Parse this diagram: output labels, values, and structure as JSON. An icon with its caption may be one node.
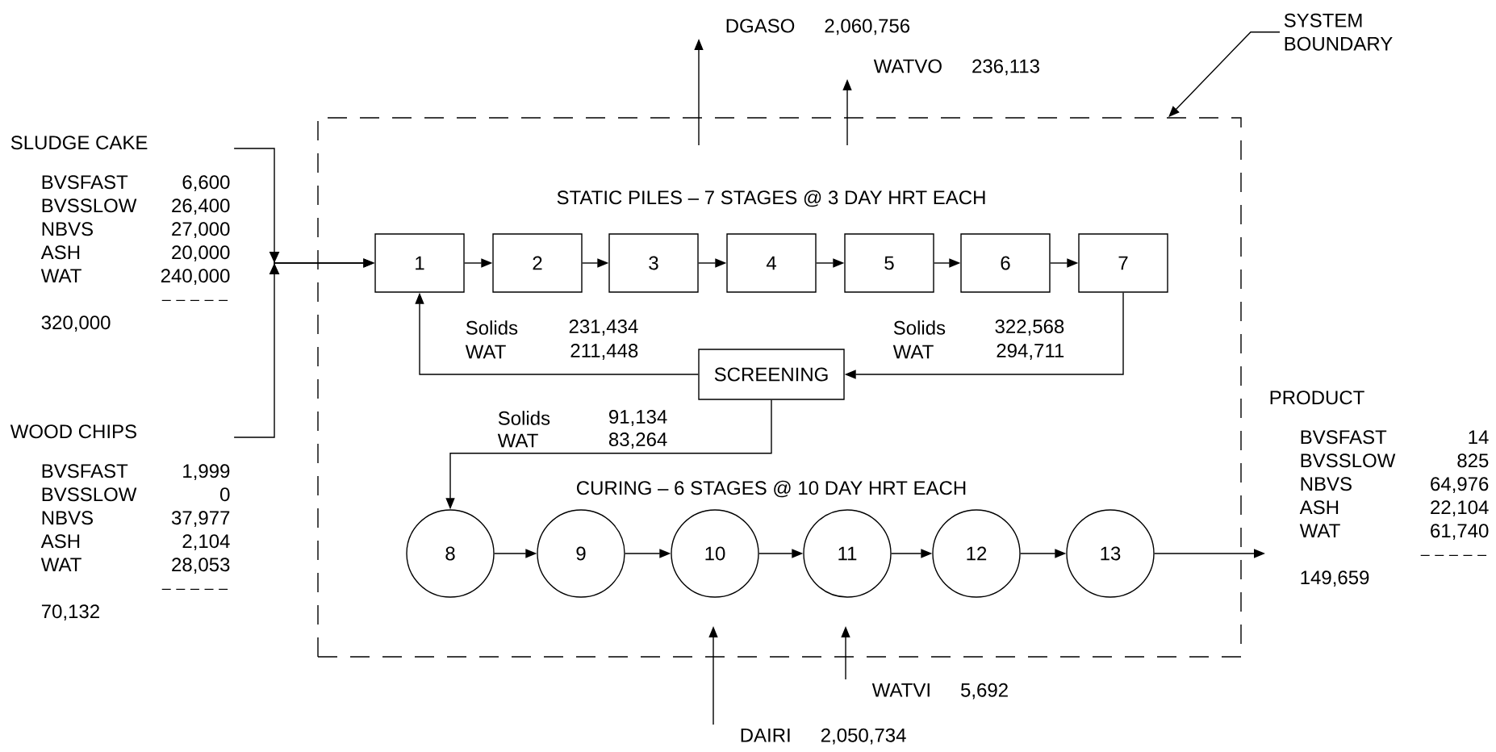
{
  "diagram": {
    "nodes": [
      {
        "text": [],
        "shape": "box"
      },
      {
        "text": [
          "1"
        ],
        "in": 0
      },
      {
        "text": [
          "2"
        ],
        "in": 0
      },
      {
        "text": [
          "3"
        ],
        "in": 0
      },
      {
        "text": [
          "4"
        ],
        "in": 0
      },
      {
        "text": [
          "5"
        ],
        "in": 0
      },
      {
        "text": [
          "6"
        ],
        "in": 0
      },
      {
        "text": [
          "7"
        ],
        "in": 0
      },
      {
        "text": [
          "SCREENING"
        ],
        "in": 0
      },
      {
        "text": [
          "8"
        ],
        "in": 0
      },
      {
        "text": [
          "9"
        ],
        "in": 0
      },
      {
        "text": [
          "10"
        ],
        "in": 0
      },
      {
        "text": [
          "11"
        ],
        "in": 0
      },
      {
        "text": [
          "12"
        ],
        "in": 0
      },
      {
        "text": [
          "13"
        ],
        "in": 0
      },
      {
        "text": [
          "SLUDGE CAKE",
          "BVSFAST",
          "6,600",
          "BVSSLOW",
          "26,400",
          "NBVS",
          "27,000",
          "ASH",
          "20,000",
          "WAT",
          "240,000",
          "320,000"
        ]
      },
      {
        "text": [
          "WOOD CHIPS",
          "BVSFAST",
          "1,999",
          "BVSSLOW",
          "0",
          "NBVS",
          "37,977",
          "ASH",
          "2,104",
          "WAT",
          "28,053",
          "70,132"
        ]
      },
      {
        "text": [
          "PRODUCT",
          "BVSFAST",
          "14",
          "BVSSLOW",
          "825",
          "NBVS",
          "64,976",
          "ASH",
          "22,104",
          "WAT",
          "61,740",
          "149,659"
        ]
      },
      {
        "text": [
          "DGASO",
          "2,060,756"
        ]
      },
      {
        "text": [
          "WATVO",
          "236,113"
        ]
      },
      {
        "text": [
          "DAIRI",
          "2,050,734"
        ]
      },
      {
        "text": [
          "WATVI",
          "5,692"
        ]
      },
      {
        "text": [
          "SYSTEM BOUNDARY"
        ]
      }
    ],
    "edges": [
      {
        "from": 1,
        "to": 2,
        "arrow": "to"
      },
      {
        "from": 2,
        "to": 3,
        "arrow": "to"
      },
      {
        "from": 3,
        "to": 4,
        "arrow": "to"
      },
      {
        "from": 4,
        "to": 5,
        "arrow": "to"
      },
      {
        "from": 5,
        "to": 6,
        "arrow": "to"
      },
      {
        "from": 6,
        "to": 7,
        "arrow": "to"
      },
      {
        "from": 7,
        "to": 8,
        "arrow": "to"
      },
      {
        "from": 8,
        "to": 1,
        "arrow": "to"
      },
      {
        "from": 8,
        "to": 9,
        "arrow": "to"
      },
      {
        "from": 9,
        "to": 10,
        "arrow": "to"
      },
      {
        "from": 10,
        "to": 11,
        "arrow": "to"
      },
      {
        "from": 11,
        "to": 12,
        "arrow": "to"
      },
      {
        "from": 12,
        "to": 13,
        "arrow": "to"
      },
      {
        "from": 13,
        "to": 14,
        "arrow": "to"
      },
      {
        "from": 14,
        "to": 17,
        "arrow": "to"
      },
      {
        "from": 15,
        "to": 1,
        "arrow": "to"
      },
      {
        "from": 16,
        "to": 1,
        "arrow": "to"
      },
      {
        "from": null,
        "to": 18,
        "arrow": "to"
      },
      {
        "from": null,
        "to": 19,
        "arrow": "to"
      },
      {
        "from": 20,
        "to": null,
        "arrow": "to"
      },
      {
        "from": 21,
        "to": null,
        "arrow": "to"
      },
      {
        "from": 22,
        "to": 0,
        "arrow": "to"
      }
    ],
    "labels": [
      "STATIC PILES – 7 STAGES @ 3 DAY HRT EACH",
      "Solids",
      "231,434",
      "WAT",
      "211,448",
      "Solids",
      "322,568",
      "WAT",
      "294,711",
      "Solids",
      "91,134",
      "WAT",
      "83,264",
      "CURING – 6 STAGES @ 10 DAY HRT EACH"
    ]
  }
}
